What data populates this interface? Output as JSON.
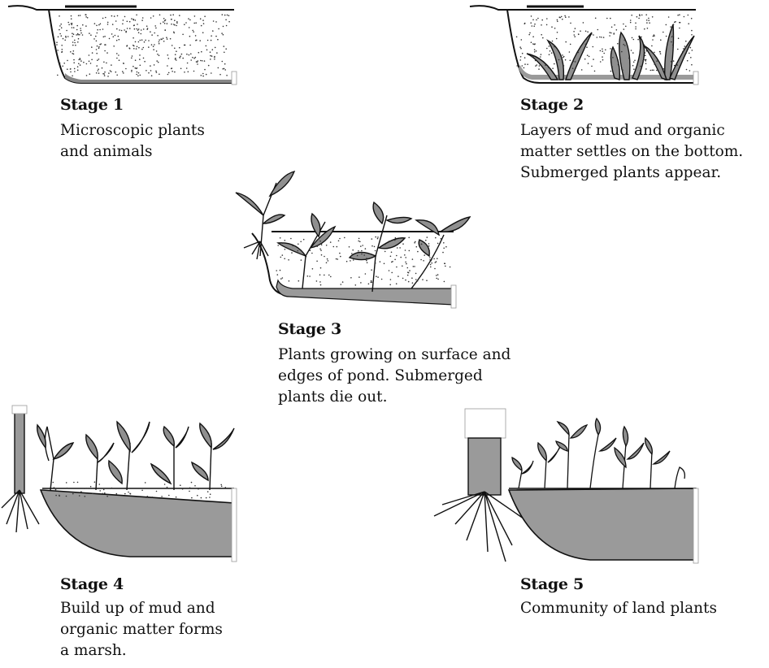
{
  "stages": [
    {
      "title": "Stage 1",
      "description": "Microscopic plants\nand animals"
    },
    {
      "title": "Stage 2",
      "description": "Layers of mud and organic\nmatter settles on the bottom.\nSubmerged plants appear."
    },
    {
      "title": "Stage 3",
      "description": "Plants growing on surface and\nedges of pond. Submerged\nplants die out."
    },
    {
      "title": "Stage 4",
      "description": "Build up of mud and\norganic matter forms\na marsh."
    },
    {
      "title": "Stage 5",
      "description": "Community of land plants"
    }
  ],
  "colors": {
    "mud": "#9a9a9a",
    "plant": "#8f8f8f",
    "line": "#111111"
  }
}
